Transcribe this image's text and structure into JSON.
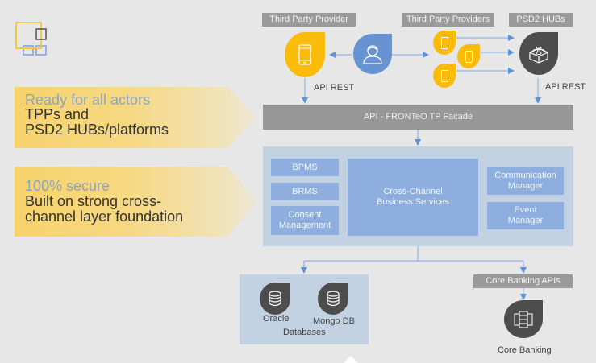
{
  "logo": {
    "name": "squares-logo"
  },
  "banners": [
    {
      "highlight": "Ready for all actors",
      "lines": [
        "TPPs and",
        "PSD2 HUBs/platforms"
      ]
    },
    {
      "highlight": "100% secure",
      "lines": [
        "Built on strong cross-",
        "channel layer foundation"
      ]
    }
  ],
  "top": {
    "tpp_label": "Third Party Provider",
    "tpps_label": "Third Party Providers",
    "hubs_label": "PSD2 HUBs",
    "api_rest_left": "API REST",
    "api_rest_right": "API REST"
  },
  "icons": {
    "tpp": "smartphone-icon",
    "user": "user-icon",
    "tpps": "smartphone-icon",
    "hubs": "lego-block-icon",
    "databases": "database-icon",
    "core_banking": "server-icon"
  },
  "facade": {
    "label": "API - FRONTeO  TP Facade"
  },
  "cross_channel_layer": {
    "left": [
      "BPMS",
      "BRMS",
      "Consent\nManagement"
    ],
    "center": "Cross-Channel\nBusiness Services",
    "right": [
      "Communication\nManager",
      "Event\nManager"
    ]
  },
  "databases": {
    "items": [
      "Oracle",
      "Mongo DB"
    ],
    "label": "Databases"
  },
  "core_banking": {
    "api_label": "Core Banking APIs",
    "label": "Core Banking"
  },
  "colors": {
    "yellow": "#fbbb0b",
    "blue": "#6793d3",
    "dark": "#4d4d4d",
    "arrow": "#5b93db",
    "gray_box": "#979797",
    "layer_bg": "#c3d2e3",
    "service_box": "#8daede"
  }
}
